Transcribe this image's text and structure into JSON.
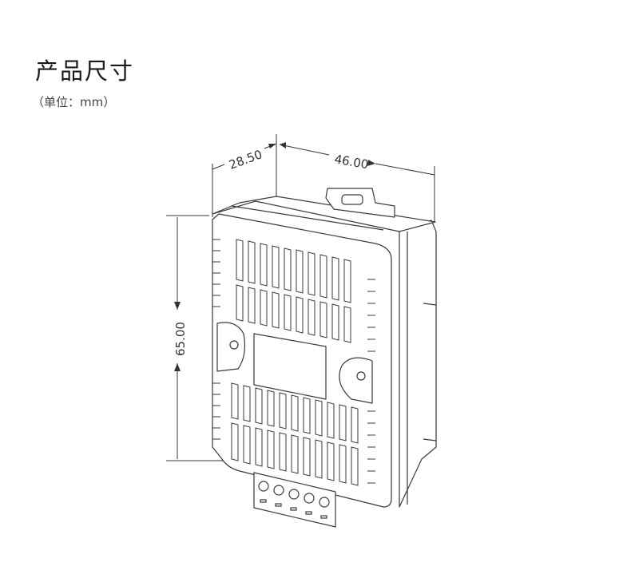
{
  "title": "产品尺寸",
  "unit_note": "（单位：mm）",
  "dimensions": {
    "depth": "28.50",
    "width": "46.00",
    "height": "65.00"
  },
  "terminal_count": 5,
  "colors": {
    "line": "#3a3a3a",
    "text": "#333333"
  }
}
